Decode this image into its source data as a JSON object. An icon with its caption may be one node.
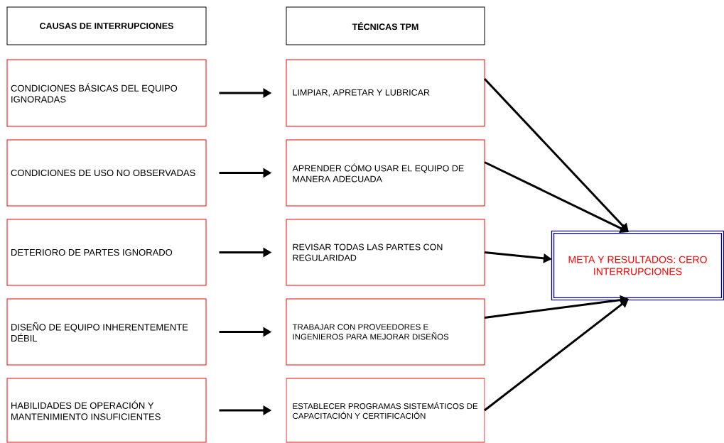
{
  "diagram": {
    "nodes": [
      {
        "text": [
          "CAUSAS DE INTERRUPCIONES"
        ]
      },
      {
        "text": [
          "TÉCNICAS TPM"
        ]
      },
      {
        "text": [
          "CONDICIONES BÁSICAS DEL EQUIPO IGNORADAS"
        ]
      },
      {
        "text": [
          "CONDICIONES DE USO NO OBSERVADAS"
        ]
      },
      {
        "text": [
          "DETERIORO DE PARTES IGNORADO"
        ]
      },
      {
        "text": [
          "DISEÑO DE EQUIPO INHERENTEMENTE DÉBIL"
        ]
      },
      {
        "text": [
          "HABILIDADES DE OPERACIÓN Y MANTENIMIENTO INSUFICIENTES"
        ]
      },
      {
        "text": [
          "LIMPIAR, APRETAR Y LUBRICAR"
        ]
      },
      {
        "text": [
          "APRENDER CÓMO USAR EL EQUIPO DE MANERA ADECUADA"
        ]
      },
      {
        "text": [
          "REVISAR TODAS LAS PARTES CON REGULARIDAD"
        ]
      },
      {
        "text": [
          "TRABAJAR CON PROVEEDORES E INGENIEROS PARA MEJORAR DISEÑOS"
        ]
      },
      {
        "text": [
          "ESTABLECER PROGRAMAS SISTEMÁTICOS DE CAPACITACIÓN Y CERTIFICACIÓN"
        ]
      },
      {
        "text": [
          "META Y RESULTADOS: CERO INTERRUPCIONES"
        ]
      }
    ],
    "edges": [
      {
        "from": 2,
        "to": 7,
        "arrow": "to"
      },
      {
        "from": 3,
        "to": 8,
        "arrow": "to"
      },
      {
        "from": 4,
        "to": 9,
        "arrow": "to"
      },
      {
        "from": 5,
        "to": 10,
        "arrow": "to"
      },
      {
        "from": 6,
        "to": 11,
        "arrow": "to"
      },
      {
        "from": 7,
        "to": 12,
        "arrow": "to"
      },
      {
        "from": 8,
        "to": 12,
        "arrow": "to"
      },
      {
        "from": 9,
        "to": 12,
        "arrow": "to"
      },
      {
        "from": 10,
        "to": 12,
        "arrow": "to"
      },
      {
        "from": 11,
        "to": 12,
        "arrow": "to"
      }
    ]
  }
}
